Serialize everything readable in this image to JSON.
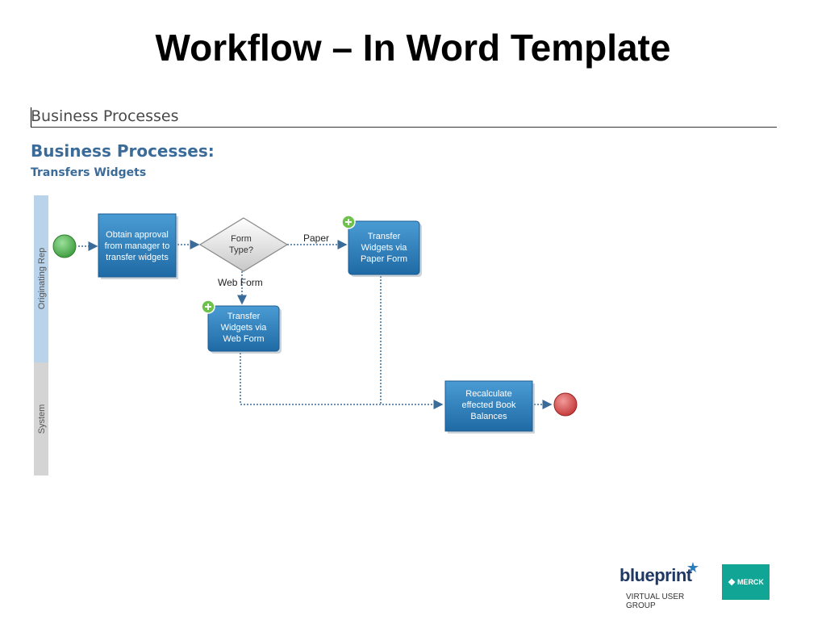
{
  "slide": {
    "title": "Workflow – In Word Template"
  },
  "document": {
    "header": "Business Processes",
    "heading": "Business Processes:",
    "subheading": "Transfers Widgets"
  },
  "diagram": {
    "lanes": [
      {
        "label": "Originating Rep",
        "color": "#b8d3ea"
      },
      {
        "label": "System",
        "color": "#d4d4d4"
      }
    ],
    "tasks": {
      "obtain": [
        "Obtain approval",
        "from manager to",
        "transfer widgets"
      ],
      "paper": [
        "Transfer",
        "Widgets via",
        "Paper Form"
      ],
      "web": [
        "Transfer",
        "Widgets via",
        "Web Form"
      ],
      "recalc": [
        "Recalculate",
        "effected Book",
        "Balances"
      ]
    },
    "decision": [
      "Form",
      "Type?"
    ],
    "edge_labels": {
      "paper": "Paper",
      "web": "Web Form"
    },
    "colors": {
      "task_fill": "#2b7cba",
      "start": "#5cb85c",
      "end": "#d9534f",
      "edge": "#3a6b99"
    }
  },
  "footer": {
    "logo_text": "blueprint",
    "logo_tagline": "VIRTUAL USER GROUP",
    "merck_text": "MERCK"
  }
}
